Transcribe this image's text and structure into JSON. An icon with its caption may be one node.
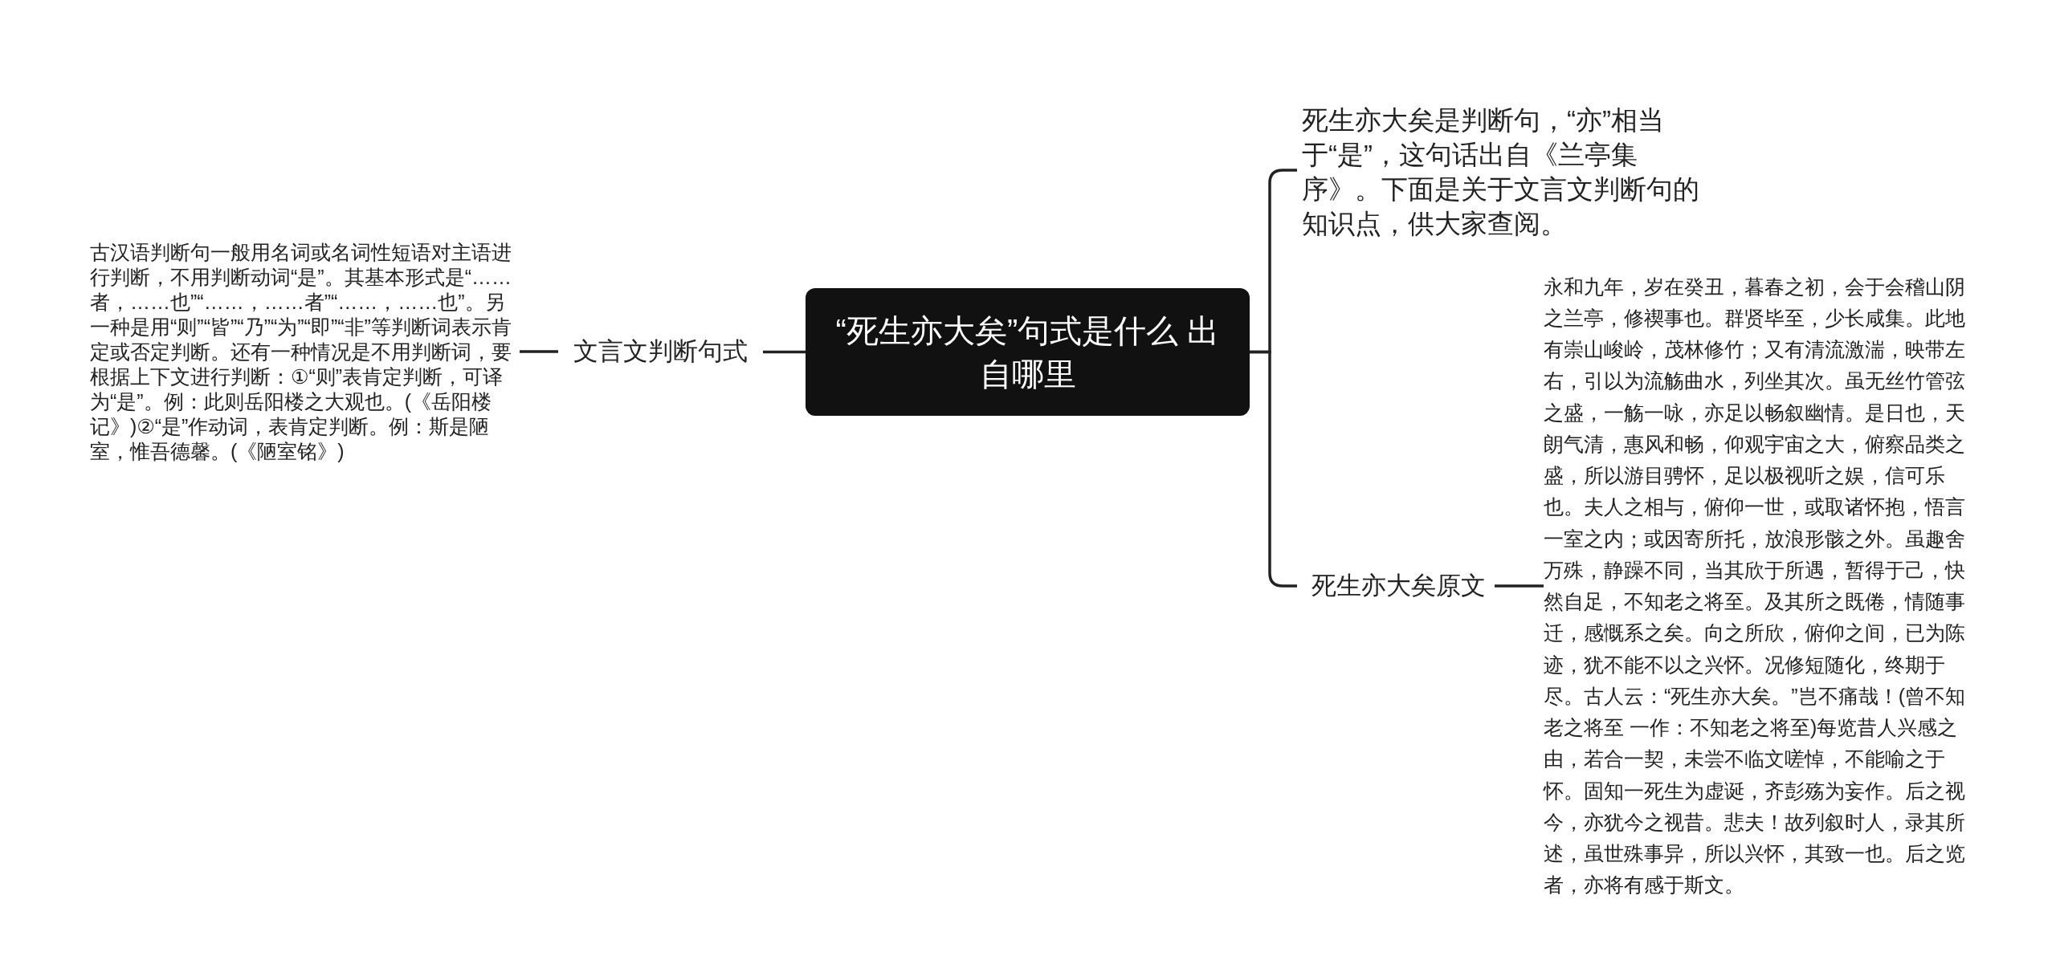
{
  "diagram": {
    "nodes": [
      {
        "text": [
          "“死生亦大矣”句式是什么 出自哪里"
        ]
      },
      {
        "text": [
          "文言文判断句式"
        ]
      },
      {
        "text": [
          "古汉语判断句一般用名词或名词性短语对主语进行判断，不用判断动词“是”。其基本形式是“……者，……也”“……，……者”“……，……也”。另一种是用“则”“皆”“乃”“为”“即”“非”等判断词表示肯定或否定判断。还有一种情况是不用判断词，要根据上下文进行判断：①“则”表肯定判断，可译为“是”。例：此则岳阳楼之大观也。(《岳阳楼记》)②“是”作动词，表肯定判断。例：斯是陋室，惟吾德馨。(《陋室铭》)"
        ]
      },
      {
        "text": [
          "死生亦大矣是判断句，“亦”相当于“是”，这句话出自《兰亭集序》。下面是关于文言文判断句的知识点，供大家查阅。"
        ]
      },
      {
        "text": [
          "死生亦大矣原文"
        ]
      },
      {
        "text": [
          "永和九年，岁在癸丑，暮春之初，会于会稽山阴之兰亭，修禊事也。群贤毕至，少长咸集。此地有崇山峻岭，茂林修竹；又有清流激湍，映带左右，引以为流觞曲水，列坐其次。虽无丝竹管弦之盛，一觞一咏，亦足以畅叙幽情。是日也，天朗气清，惠风和畅，仰观宇宙之大，俯察品类之盛，所以游目骋怀，足以极视听之娱，信可乐也。夫人之相与，俯仰一世，或取诸怀抱，悟言一室之内；或因寄所托，放浪形骸之外。虽趣舍万殊，静躁不同，当其欣于所遇，暂得于己，快然自足，不知老之将至。及其所之既倦，情随事迁，感慨系之矣。向之所欣，俯仰之间，已为陈迹，犹不能不以之兴怀。况修短随化，终期于尽。古人云：“死生亦大矣。”岂不痛哉！(曾不知老之将至 一作：不知老之将至)每览昔人兴感之由，若合一契，未尝不临文嗟悼，不能喻之于怀。固知一死生为虚诞，齐彭殇为妄作。后之视今，亦犹今之视昔。悲夫！故列叙时人，录其所述，虽世殊事异，所以兴怀，其致一也。后之览者，亦将有感于斯文。"
        ]
      }
    ],
    "edges": [
      {
        "from": 0,
        "to": 1,
        "arrow": "none"
      },
      {
        "from": 1,
        "to": 2,
        "arrow": "none"
      },
      {
        "from": 0,
        "to": 3,
        "arrow": "none"
      },
      {
        "from": 0,
        "to": 4,
        "arrow": "none"
      },
      {
        "from": 4,
        "to": 5,
        "arrow": "none"
      }
    ]
  }
}
